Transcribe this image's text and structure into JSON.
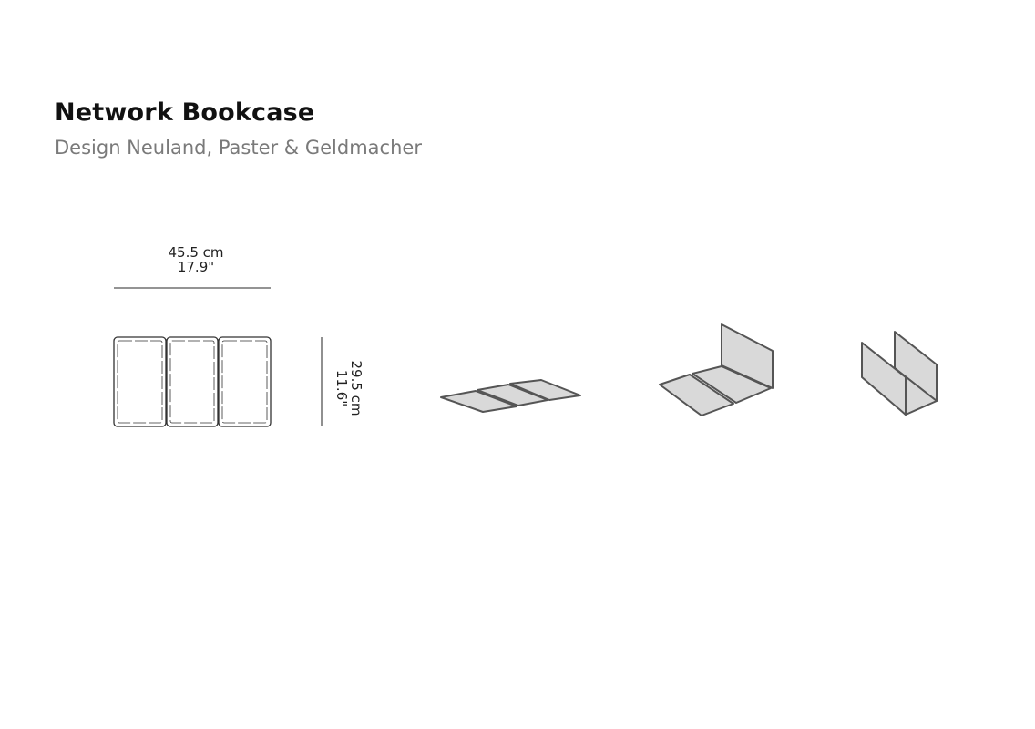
{
  "header": {
    "title": "Network Bookcase",
    "subtitle": "Design Neuland, Paster & Geldmacher"
  },
  "dimensions": {
    "width_cm": "45.5 cm",
    "width_in": "17.9\"",
    "depth_cm": "29.5 cm",
    "depth_in": "11.6\""
  },
  "colors": {
    "panel_fill": "#d9d9d9",
    "outline": "#555555"
  }
}
